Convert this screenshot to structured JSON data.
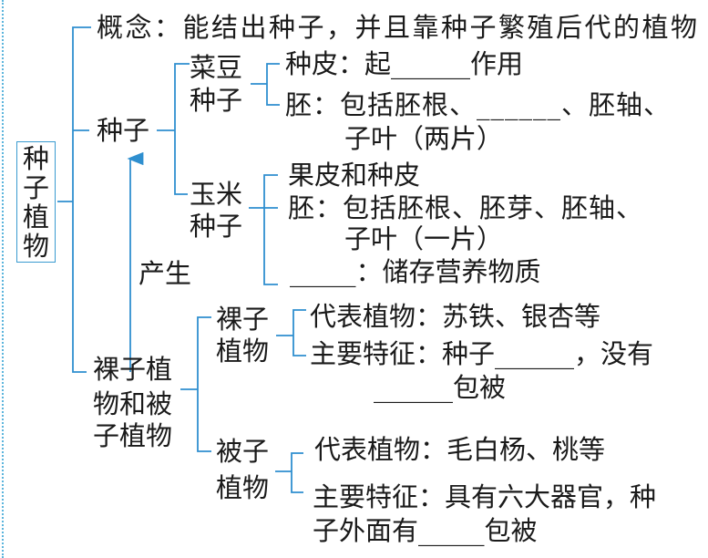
{
  "root": [
    "种",
    "子",
    "植",
    "物"
  ],
  "concept": "概念：能结出种子，并且靠种子繁殖后代的植物",
  "seed": {
    "label": "种子",
    "bean": {
      "label": [
        "菜豆",
        "种子"
      ],
      "coat": "种皮：起______作用",
      "embryo": [
        "胚：包括胚根、______、胚轴、",
        "子叶（两片）"
      ]
    },
    "corn": {
      "label": [
        "玉米",
        "种子"
      ],
      "coat": "果皮和种皮",
      "embryo": [
        "胚：包括胚根、胚芽、胚轴、",
        "子叶（一片）"
      ],
      "storage": "_____：储存营养物质"
    }
  },
  "arrow_label": "产生",
  "plants": {
    "label": [
      "裸子植",
      "物和被",
      "子植物"
    ],
    "gymno": {
      "label": [
        "裸子",
        "植物"
      ],
      "examples": "代表植物：苏铁、银杏等",
      "feature": [
        "主要特征：种子______，没有",
        "______包被"
      ]
    },
    "angio": {
      "label": [
        "被子",
        "植物"
      ],
      "examples": "代表植物：毛白杨、桃等",
      "feature": [
        "主要特征：具有六大器官，种",
        "子外面有_____包被"
      ]
    }
  }
}
